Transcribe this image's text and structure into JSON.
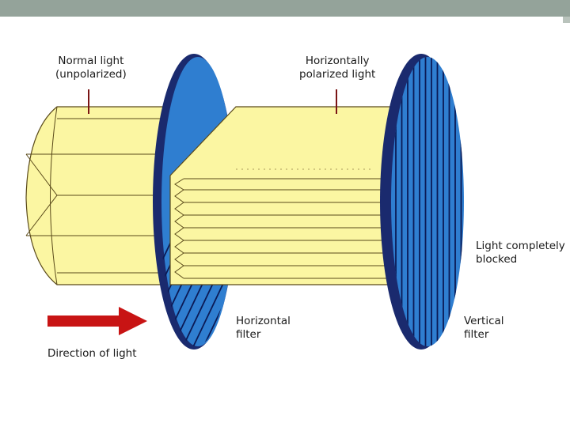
{
  "labels": {
    "normal_light": [
      "Normal light",
      "(unpolarized)"
    ],
    "horizontally_polarized": [
      "Horizontally",
      "polarized light"
    ],
    "light_blocked": [
      "Light completely",
      "blocked"
    ],
    "horizontal_filter": [
      "Horizontal",
      "filter"
    ],
    "vertical_filter": [
      "Vertical",
      "filter"
    ],
    "direction": "Direction of light"
  },
  "colors": {
    "header": "#94a39a",
    "light_beam": "#fbf6a2",
    "beam_outline": "#5a4a1a",
    "filter_blue": "#2f7ed0",
    "filter_rim": "#1a2a6e",
    "filter_lines": "#0b1a55",
    "arrow": "#c81414"
  }
}
